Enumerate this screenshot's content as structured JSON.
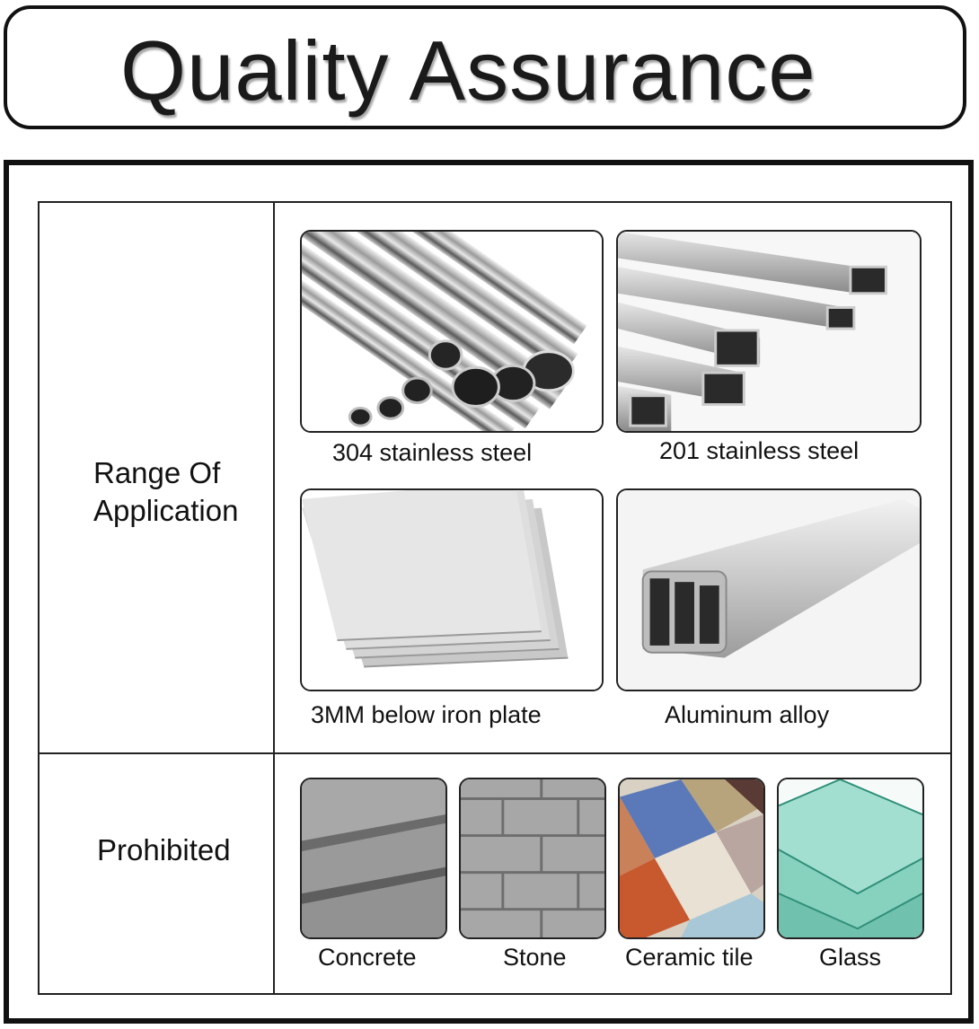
{
  "header": {
    "title": "Quality Assurance"
  },
  "rows": {
    "range": {
      "label_line1": "Range Of",
      "label_line2": "Application"
    },
    "prohibited": {
      "label": "Prohibited"
    }
  },
  "applications": [
    {
      "caption": "304 stainless steel",
      "icon": "round-steel-tubes-icon"
    },
    {
      "caption": "201 stainless steel",
      "icon": "square-steel-tubes-icon"
    },
    {
      "caption": "3MM below iron plate",
      "icon": "iron-plates-icon"
    },
    {
      "caption": "Aluminum alloy",
      "icon": "aluminum-profile-icon"
    }
  ],
  "prohibited": [
    {
      "caption": "Concrete",
      "icon": "concrete-icon"
    },
    {
      "caption": "Stone",
      "icon": "stone-icon"
    },
    {
      "caption": "Ceramic tile",
      "icon": "ceramic-tile-icon"
    },
    {
      "caption": "Glass",
      "icon": "glass-icon"
    }
  ],
  "colors": {
    "border": "#111111",
    "text": "#111111",
    "background": "#ffffff"
  }
}
